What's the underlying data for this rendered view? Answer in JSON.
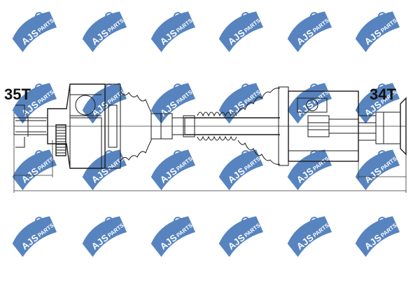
{
  "labels": {
    "left_teeth": "35T",
    "right_teeth": "34T"
  },
  "watermark": {
    "brand": "AJS",
    "sub": "PARTS",
    "color": "#3a6fb5"
  },
  "icons": {
    "watermark": "ajs-parts-logo-icon",
    "shaft": "drive-shaft-drawing"
  }
}
